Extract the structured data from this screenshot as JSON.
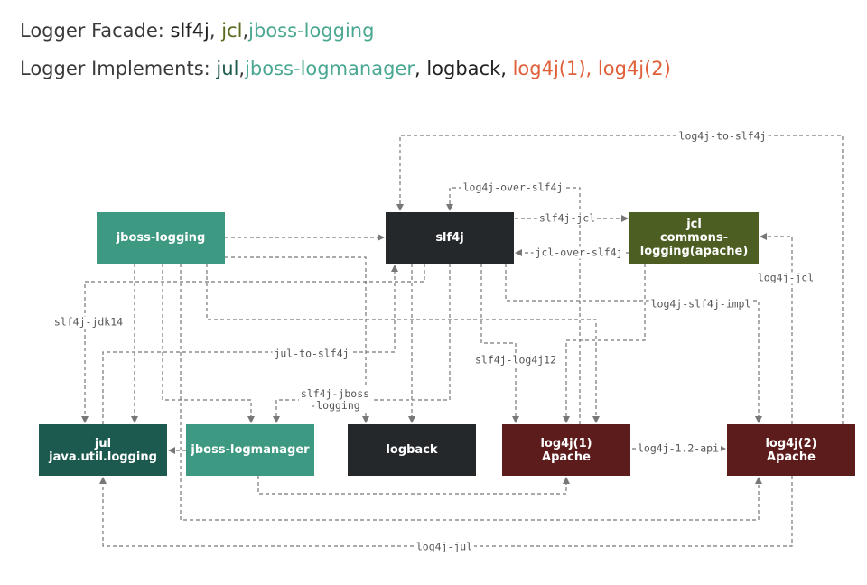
{
  "header": {
    "facade_label": "Logger Facade: ",
    "facade_items": [
      {
        "text": "slf4j",
        "color": "#222222"
      },
      {
        "text": ", ",
        "color": "#3a3a3a"
      },
      {
        "text": "jcl",
        "color": "#5a6b1e"
      },
      {
        "text": ",",
        "color": "#3a3a3a"
      },
      {
        "text": "jboss-logging",
        "color": "#4aa892"
      }
    ],
    "impl_label": "Logger Implements: ",
    "impl_items": [
      {
        "text": "jul",
        "color": "#1f5a4e"
      },
      {
        "text": ",",
        "color": "#3a3a3a"
      },
      {
        "text": "jboss-logmanager",
        "color": "#4aa892"
      },
      {
        "text": ", logback, ",
        "color": "#222222"
      },
      {
        "text": "log4j(1), log4j(2)",
        "color": "#e0603a"
      }
    ]
  },
  "nodes": {
    "jboss_logging": {
      "label": [
        "jboss-logging"
      ],
      "color": "#3d9981"
    },
    "slf4j": {
      "label": [
        "slf4j"
      ],
      "color": "#25282b"
    },
    "jcl": {
      "label": [
        "jcl",
        "commons-",
        "logging(apache)"
      ],
      "color": "#4d5e22"
    },
    "jul": {
      "label": [
        "jul",
        "java.util.logging"
      ],
      "color": "#1c5a50"
    },
    "jboss_logmanager": {
      "label": [
        "jboss-logmanager"
      ],
      "color": "#3d9981"
    },
    "logback": {
      "label": [
        "logback"
      ],
      "color": "#25282b"
    },
    "log4j1": {
      "label": [
        "log4j(1)",
        "Apache"
      ],
      "color": "#5c1c1c"
    },
    "log4j2": {
      "label": [
        "log4j(2)",
        "Apache"
      ],
      "color": "#5c1c1c"
    }
  },
  "edge_labels": {
    "log4j_to_slf4j": "log4j-to-slf4j",
    "log4j_over_slf4j": "log4j-over-slf4j",
    "slf4j_jcl": "slf4j-jcl",
    "jcl_over_slf4j": "jcl-over-slf4j",
    "log4j_jcl": "log4j-jcl",
    "log4j_slf4j_impl": "log4j-slf4j-impl",
    "slf4j_jdk14": "slf4j-jdk14",
    "jul_to_slf4j": "jul-to-slf4j",
    "slf4j_log4j12": "slf4j-log4j12",
    "slf4j_jboss_logging": "slf4j-jboss\n-logging",
    "log4j_1_2_api": "log4j-1.2-api",
    "log4j_jul": "log4j-jul"
  },
  "edge_color": "#777777"
}
